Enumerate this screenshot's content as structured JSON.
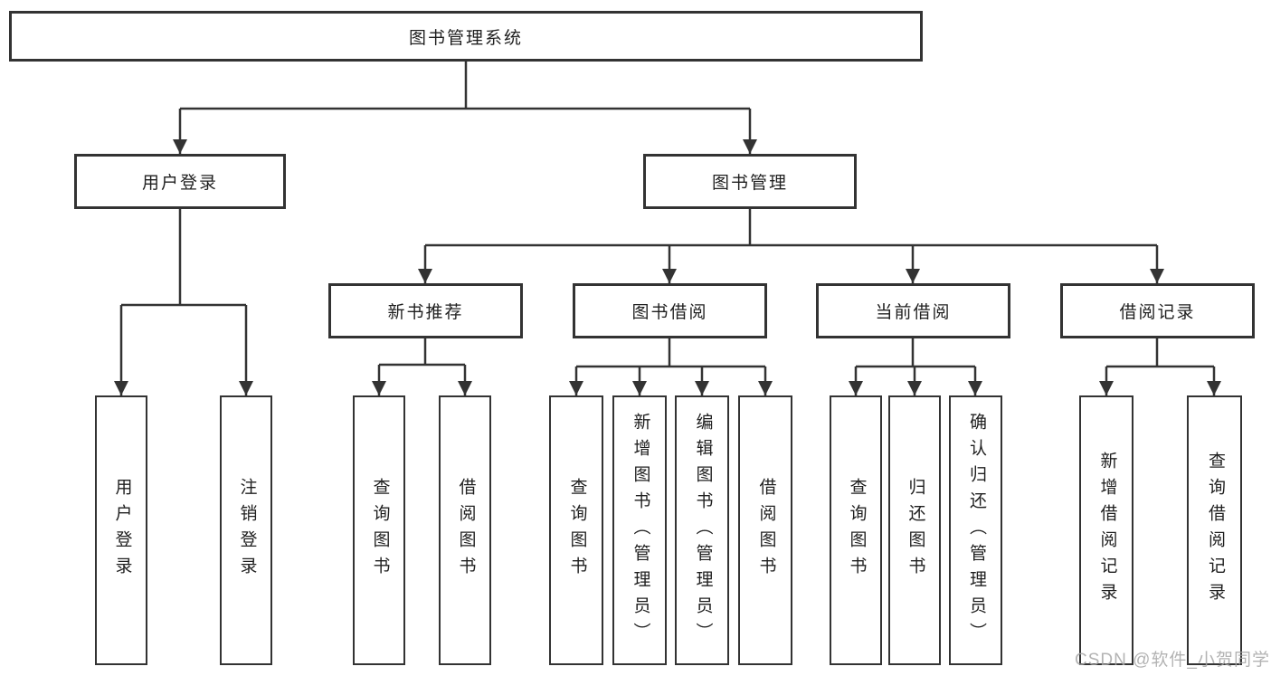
{
  "diagram": {
    "root": {
      "label": "图书管理系统"
    },
    "level2": [
      {
        "label": "用户登录"
      },
      {
        "label": "图书管理"
      }
    ],
    "level3": [
      {
        "label": "新书推荐"
      },
      {
        "label": "图书借阅"
      },
      {
        "label": "当前借阅"
      },
      {
        "label": "借阅记录"
      }
    ],
    "leaves": {
      "login": [
        "用户登录",
        "注销登录"
      ],
      "new_books": [
        "查询图书",
        "借阅图书"
      ],
      "borrow": [
        "查询图书",
        "新增图书（管理员）",
        "编辑图书（管理员）",
        "借阅图书"
      ],
      "current": [
        "查询图书",
        "归还图书",
        "确认归还（管理员）"
      ],
      "records": [
        "新增借阅记录",
        "查询借阅记录"
      ]
    }
  },
  "watermark": {
    "text": "CSDN @软件_小贺同学"
  },
  "colors": {
    "line": "#333333",
    "text": "#1f1f1f",
    "watermark": "#a6a6a6"
  }
}
